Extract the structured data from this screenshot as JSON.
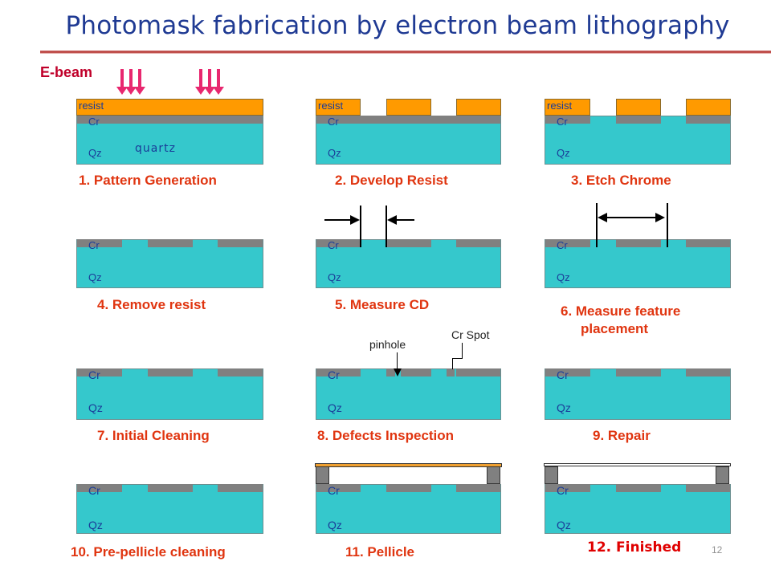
{
  "title": "Photomask fabrication by electron beam lithography",
  "ebeam_label": "E-beam",
  "layer_labels": {
    "resist": "resist",
    "chrome": "Cr",
    "quartz_short": "Qz",
    "quartz_long": "quartz"
  },
  "steps": [
    "1. Pattern Generation",
    "2. Develop Resist",
    "3. Etch Chrome",
    "4. Remove resist",
    "5. Measure CD",
    "6. Measure feature",
    "placement",
    "7. Initial Cleaning",
    "8. Defects Inspection",
    "9. Repair",
    "10. Pre-pellicle cleaning",
    "11. Pellicle"
  ],
  "defects": {
    "pinhole": "pinhole",
    "cr_spot": "Cr Spot"
  },
  "finished": "12. Finished",
  "page_number": "12",
  "colors": {
    "title": "#1f3a93",
    "step_text": "#e03510",
    "resist": "#ff9a00",
    "chrome": "#808080",
    "quartz": "#35c8cc",
    "beam": "#e8276f",
    "finished": "#e00000"
  }
}
